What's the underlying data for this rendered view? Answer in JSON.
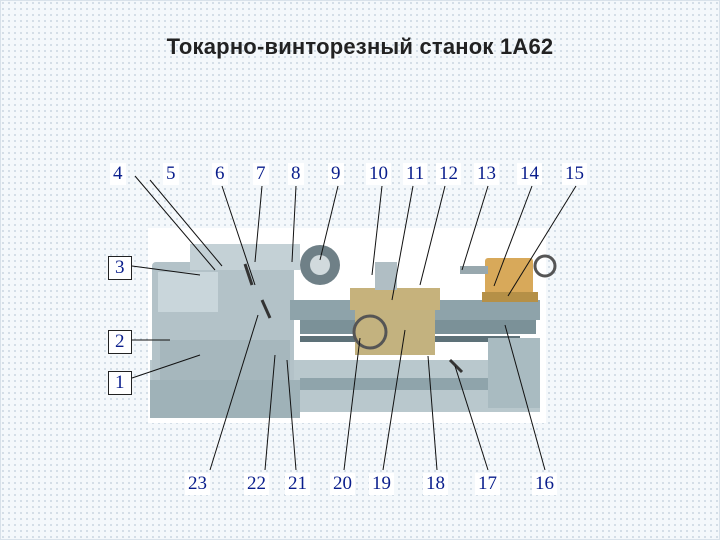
{
  "title": "Токарно-винторезный станок 1А62",
  "callouts_top": [
    "4",
    "5",
    "6",
    "7",
    "8",
    "9",
    "10",
    "11",
    "12",
    "13",
    "14",
    "15"
  ],
  "callouts_left": [
    "3",
    "2",
    "1"
  ],
  "callouts_bottom": [
    "23",
    "22",
    "21",
    "20",
    "19",
    "18",
    "17",
    "16"
  ],
  "colors": {
    "label_text": "#0a1e8c",
    "machine_body": "#b7c6cc",
    "machine_shadow": "#7f959d",
    "tailstock": "#d8a95a",
    "leader_line": "#111111"
  }
}
